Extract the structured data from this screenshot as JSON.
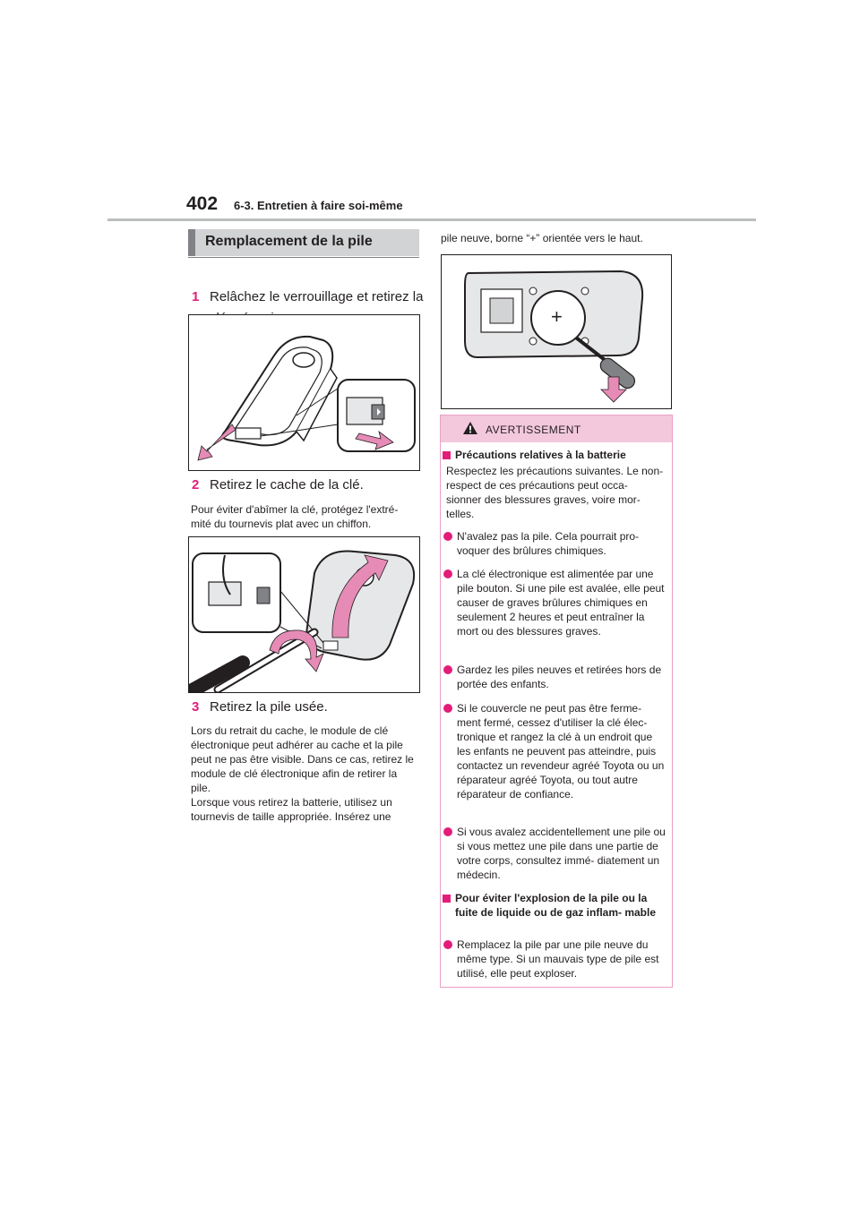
{
  "header": {
    "page_number": "402",
    "section": "6-3. Entretien à faire soi-même"
  },
  "section_title": "Remplacement de la pile",
  "steps": [
    {
      "num": "1",
      "text": "Relâchez le verrouillage et retirez la clé mécanique."
    },
    {
      "num": "2",
      "text": "Retirez le cache de la clé."
    },
    {
      "num": "3",
      "text": "Retirez la pile usée."
    }
  ],
  "notes": {
    "step2": "Pour éviter d'abîmer la clé, protégez l'extré- mité du tournevis plat avec un chiffon.",
    "step3_a": "Lors du retrait du cache, le module de clé électronique peut adhérer au cache et la pile peut ne pas être visible. Dans ce cas, retirez le module de clé électronique afin de retirer la pile.",
    "step3_b": "Lorsque vous retirez la batterie, utilisez un tournevis de taille appropriée. Insérez une",
    "step3_c": "pile neuve, borne “+” orientée vers le haut."
  },
  "warning": {
    "title": "AVERTISSEMENT",
    "heading1": "Précautions relatives à la batterie",
    "intro": "Respectez les précautions suivantes. Le non-respect de ces précautions peut occa- sionner des blessures graves, voire mor- telles.",
    "bullets1": [
      "N'avalez pas la pile. Cela pourrait pro- voquer des brûlures chimiques.",
      "La clé électronique est alimentée par une pile bouton. Si une pile est avalée, elle peut causer de graves brûlures chimiques en seulement 2 heures et peut entraîner la mort ou des blessures graves.",
      "Gardez les piles neuves et retirées hors de portée des enfants.",
      "Si le couvercle ne peut pas être ferme- ment fermé, cessez d'utiliser la clé élec- tronique et rangez la clé à un endroit que les enfants ne peuvent pas atteindre, puis contactez un revendeur agréé Toyota ou un réparateur agréé Toyota, ou tout autre réparateur de confiance.",
      "Si vous avalez accidentellement une pile ou si vous mettez une pile dans une partie de votre corps, consultez immé- diatement un médecin."
    ],
    "heading2": "Pour éviter l'explosion de la pile ou la fuite de liquide ou de gaz inflam- mable",
    "bullets2": [
      "Remplacez la pile par une pile neuve du même type. Si un mauvais type de pile est utilisé, elle peut exploser."
    ]
  },
  "figure_labels": {
    "battery_symbol": "+"
  },
  "colors": {
    "accent": "#e31c79",
    "arrow_pink": "#e58bb6",
    "banner_bg": "#d1d3d4",
    "warning_bg": "#f3c8dc"
  }
}
